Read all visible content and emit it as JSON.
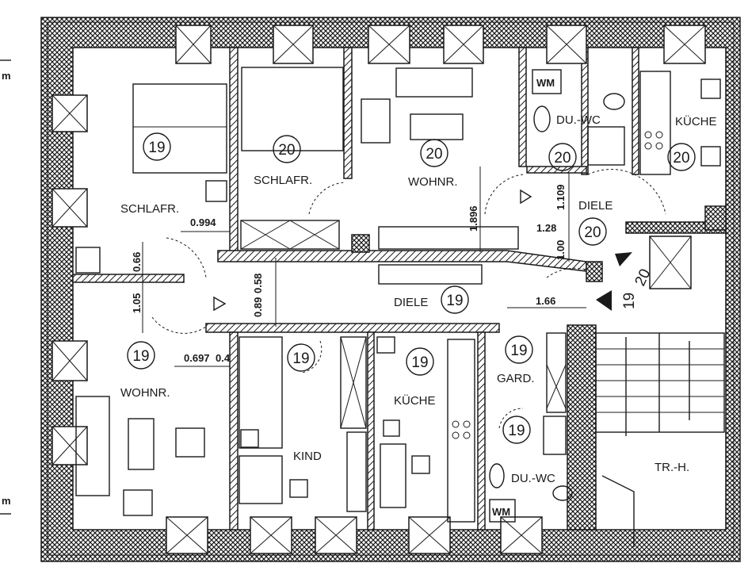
{
  "plan": {
    "margin_marks": [
      "m",
      "m"
    ],
    "rooms": {
      "schlafr_left": "SCHLAFR.",
      "schlafr_mid": "SCHLAFR.",
      "wohnr_top": "WOHNR.",
      "du_wc_top": "DU.-WC",
      "kueche_top": "KÜCHE",
      "diele_right": "DIELE",
      "diele_center": "DIELE",
      "gard": "GARD.",
      "wohnr_bottom": "WOHNR.",
      "kind": "KIND",
      "kueche_bottom": "KÜCHE",
      "du_wc_bottom": "DU.-WC",
      "treppenhaus": "TR.-H."
    },
    "appliances": {
      "wm_top": "WM",
      "wm_bottom": "WM"
    },
    "markers": {
      "schlafr_left": "19",
      "schlafr_mid": "20",
      "wohnr_top": "20",
      "du_wc_top": "20",
      "kueche_top": "20",
      "diele_right": "20",
      "diele_center": "19",
      "wohnr_bottom": "19",
      "kind": "19",
      "kueche_bottom": "19",
      "gard": "19",
      "du_wc_bottom": "19"
    },
    "entrances": {
      "upper": "20",
      "lower": "19"
    },
    "dimensions": {
      "d0994": "0.994",
      "d066": "0.66",
      "d058": "0.58",
      "d089": "0.89",
      "d105": "1.05",
      "d0697": "0.697",
      "d04": "0.4",
      "d1896": "1.896",
      "d1109": "1.109",
      "d128": "1.28",
      "d100": "1.00",
      "d166": "1.66"
    }
  }
}
